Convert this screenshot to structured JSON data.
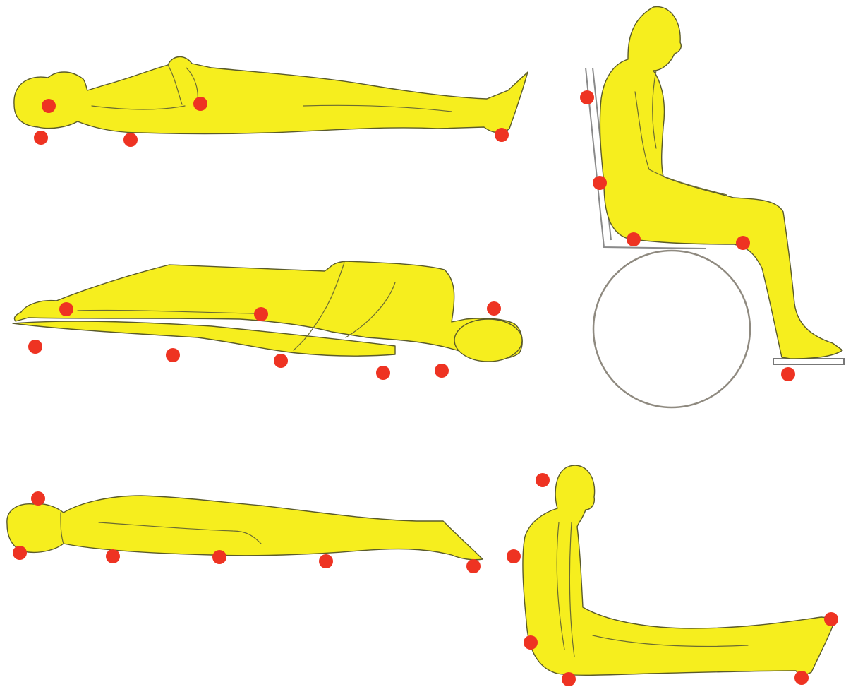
{
  "colors": {
    "background": "#ffffff",
    "body": "#f6ee1e",
    "outline": "#5a5a2a",
    "pressure_point": "#ee3322",
    "chair": "#8a8a8a"
  },
  "figures": [
    {
      "id": "supine",
      "label": ""
    },
    {
      "id": "side-lying",
      "label": ""
    },
    {
      "id": "prone",
      "label": ""
    },
    {
      "id": "wheelchair-sitting",
      "label": ""
    },
    {
      "id": "long-sitting",
      "label": ""
    }
  ]
}
